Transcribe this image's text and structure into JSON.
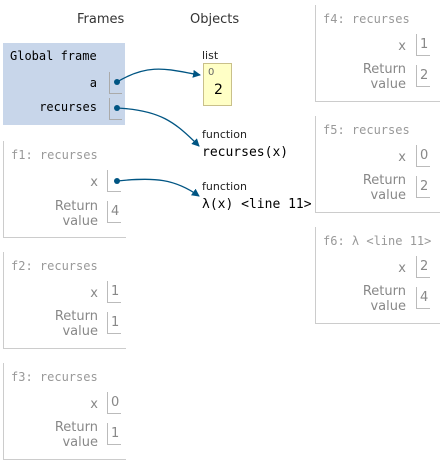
{
  "headers": {
    "frames": "Frames",
    "objects": "Objects"
  },
  "global_frame": {
    "name": "Global frame",
    "vars": [
      {
        "name": "a"
      },
      {
        "name": "recurses"
      }
    ]
  },
  "frames": [
    {
      "id": "f1",
      "name": "f1: recurses",
      "x": "",
      "return_value": "4"
    },
    {
      "id": "f2",
      "name": "f2: recurses",
      "x": "1",
      "return_value": "1"
    },
    {
      "id": "f3",
      "name": "f3: recurses",
      "x": "0",
      "return_value": "1"
    },
    {
      "id": "f4",
      "name": "f4: recurses",
      "x": "1",
      "return_value": "2"
    },
    {
      "id": "f5",
      "name": "f5: recurses",
      "x": "0",
      "return_value": "2"
    },
    {
      "id": "f6",
      "name": "f6: λ <line 11>",
      "x": "2",
      "return_value": "4"
    }
  ],
  "labels": {
    "x": "x",
    "return_line1": "Return",
    "return_line2": "value"
  },
  "objects": {
    "list": {
      "type": "list",
      "index": "0",
      "value": "2"
    },
    "func1": {
      "type": "function",
      "text": "recurses(x)"
    },
    "func2": {
      "type": "function",
      "text": "λ(x) <line 11>"
    }
  },
  "colors": {
    "global_frame_bg": "#c8d6ea",
    "list_bg": "#ffffc6",
    "arrow": "#005583"
  }
}
